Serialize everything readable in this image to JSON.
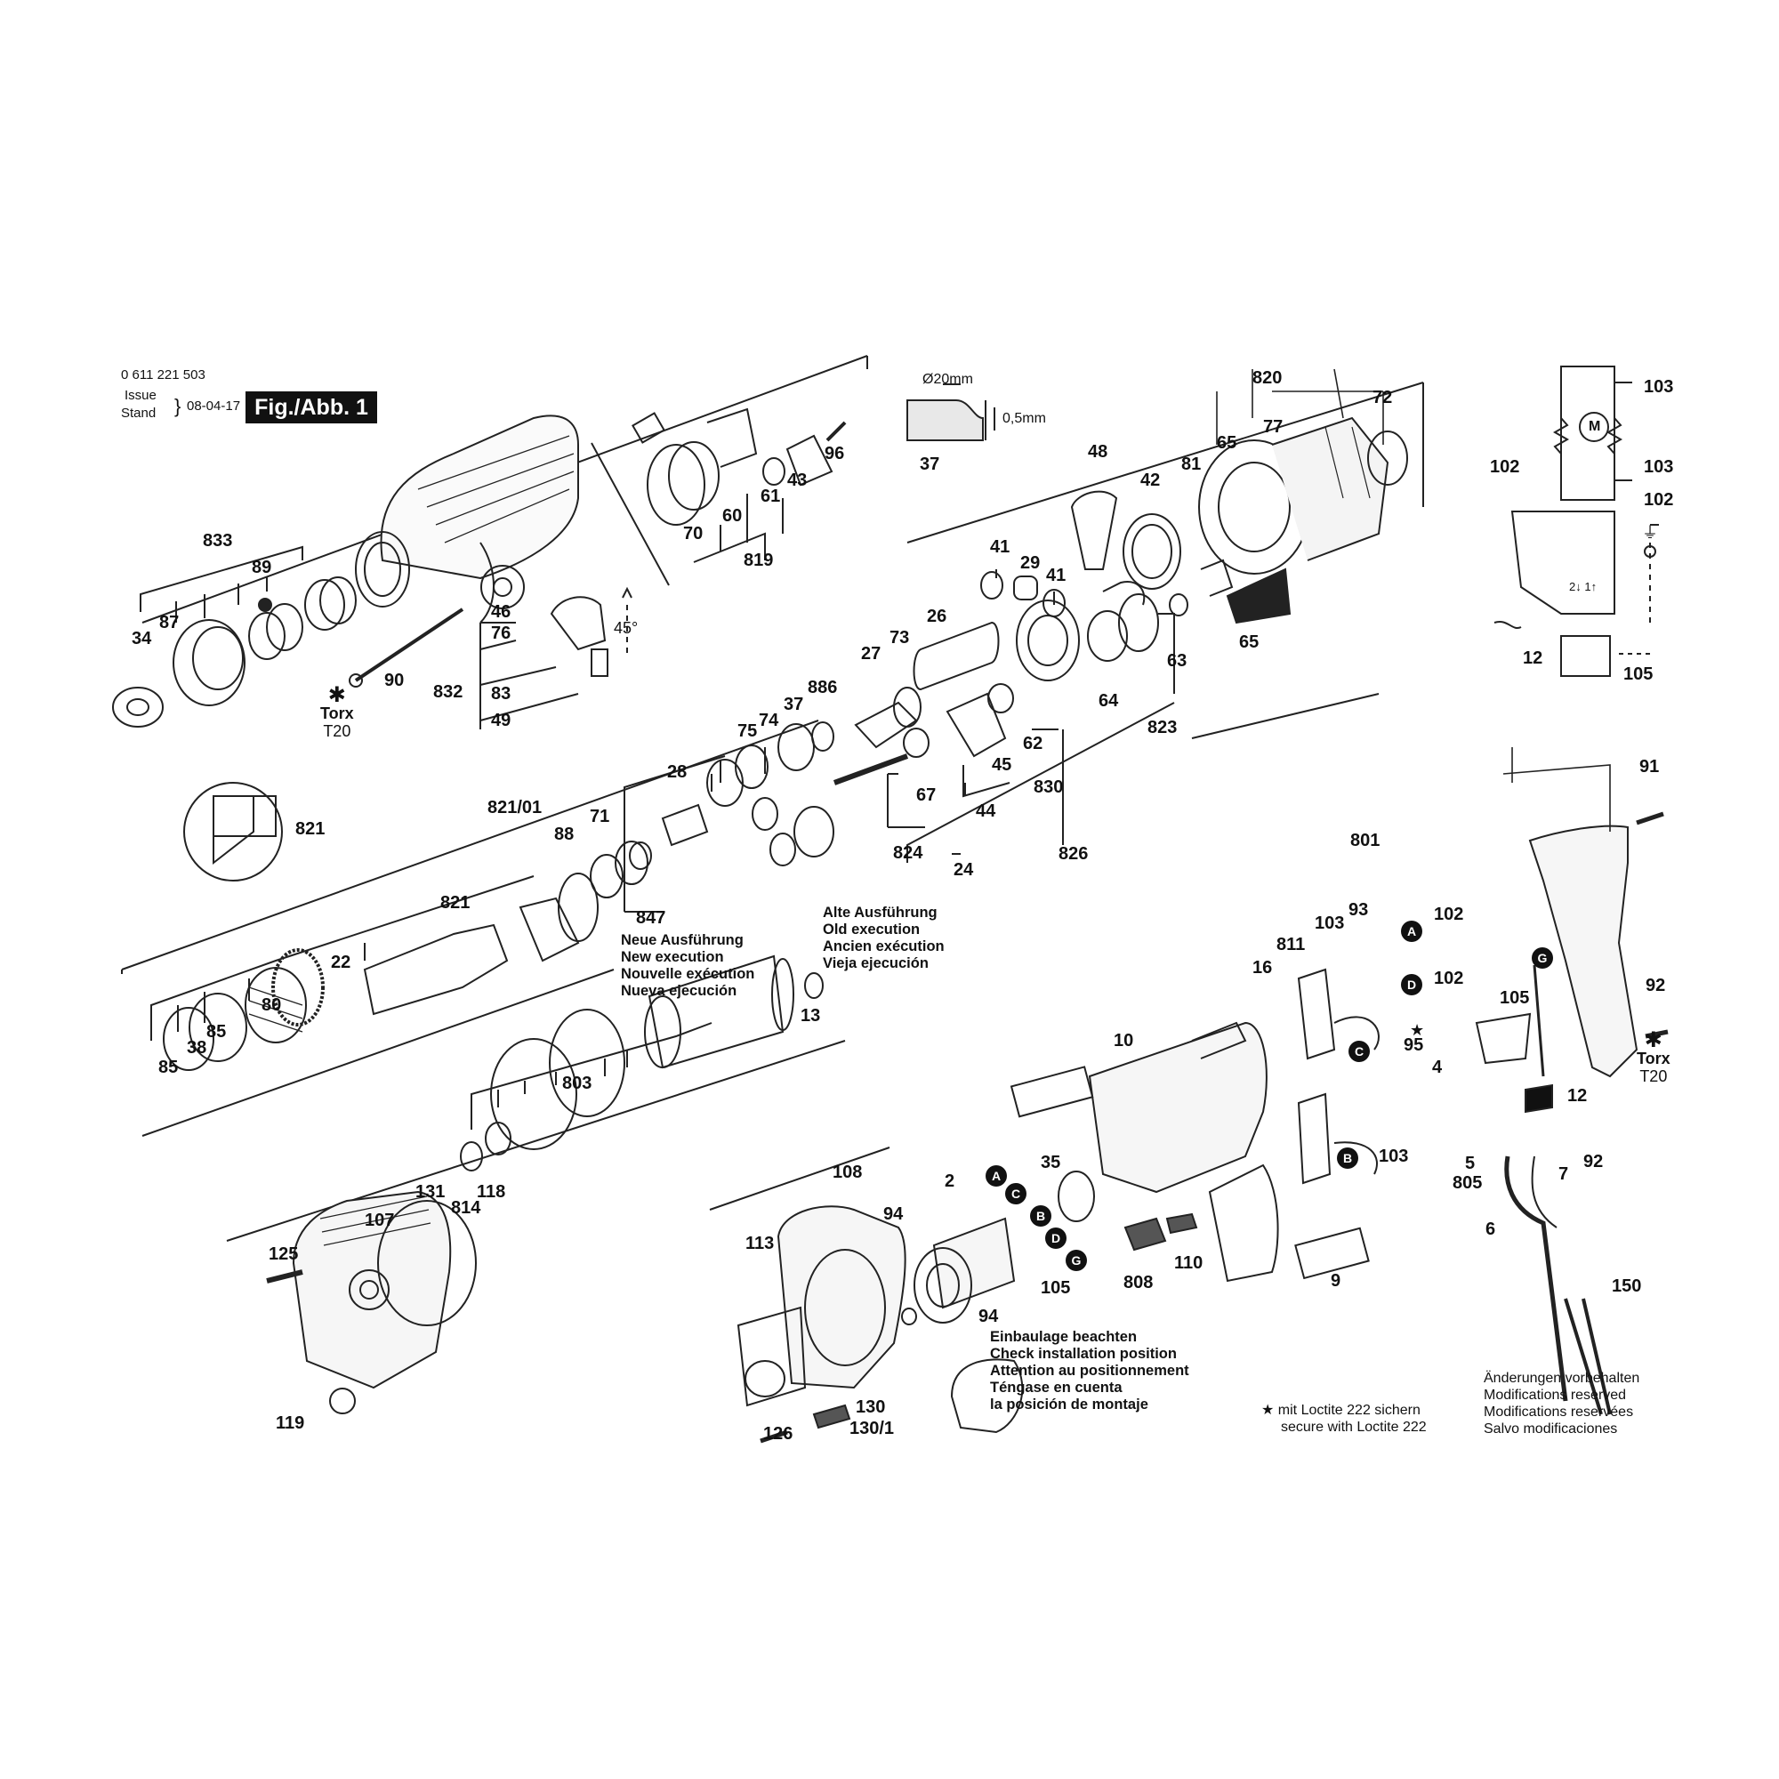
{
  "header": {
    "part_number": "0 611 221 503",
    "issue_label": "Issue",
    "stand_label": "Stand",
    "date": "08-04-17",
    "figure_label": "Fig./Abb. 1"
  },
  "dimension": {
    "diameter": "Ø20mm",
    "thickness": "0,5mm"
  },
  "torx": {
    "name": "Torx",
    "size": "T20"
  },
  "angle": "45°",
  "labels": {
    "p833": "833",
    "p89": "89",
    "p34": "34",
    "p87": "87",
    "p90": "90",
    "p46": "46",
    "p76": "76",
    "p832": "832",
    "p83": "83",
    "p49": "49",
    "p70": "70",
    "p60": "60",
    "p61": "61",
    "p43": "43",
    "p96": "96",
    "p819": "819",
    "p37top": "37",
    "p48": "48",
    "p42": "42",
    "p81": "81",
    "p65a": "65",
    "p77": "77",
    "p820": "820",
    "p72": "72",
    "p65b": "65",
    "p41a": "41",
    "p29": "29",
    "p41b": "41",
    "p26": "26",
    "p27": "27",
    "p73": "73",
    "p64": "64",
    "p63": "63",
    "p823": "823",
    "p62": "62",
    "p830": "830",
    "p45": "45",
    "p44": "44",
    "p67": "67",
    "p824": "824",
    "p24": "24",
    "p826": "826",
    "p886": "886",
    "p37": "37",
    "p74": "74",
    "p75": "75",
    "p28": "28",
    "p821_01": "821/01",
    "p88": "88",
    "p71": "71",
    "p821a": "821",
    "p821b": "821",
    "p847": "847",
    "p22": "22",
    "p80": "80",
    "p85a": "85",
    "p38": "38",
    "p85b": "85",
    "p803": "803",
    "p13": "13",
    "p131": "131",
    "p107": "107",
    "p814": "814",
    "p118": "118",
    "p125": "125",
    "p119": "119",
    "p108": "108",
    "p113": "113",
    "p126": "126",
    "p130": "130",
    "p130_1": "130/1",
    "p94a": "94",
    "p2": "2",
    "p35": "35",
    "p94b": "94",
    "p105": "105",
    "p10": "10",
    "p808": "808",
    "p110": "110",
    "p9": "9",
    "p801": "801",
    "p811": "811",
    "p103": "103",
    "p93": "93",
    "p16": "16",
    "p103b": "103",
    "p102a": "102",
    "p102b": "102",
    "p95": "95",
    "p4": "4",
    "p105b": "105",
    "p12": "12",
    "p91": "91",
    "p92a": "92",
    "p5": "5",
    "p805": "805",
    "p7": "7",
    "p92b": "92",
    "p6": "6",
    "p150": "150",
    "p103c": "103",
    "p103d": "103",
    "p102c": "102",
    "p102d": "102",
    "p12b": "12",
    "p105c": "105"
  },
  "schematic": {
    "motor": "M",
    "terminals": "2↓ 1↑"
  },
  "new_execution": [
    "Neue Ausführung",
    "New execution",
    "Nouvelle exécution",
    "Nueva ejecución"
  ],
  "old_execution": [
    "Alte Ausführung",
    "Old execution",
    "Ancien exécution",
    "Vieja ejecución"
  ],
  "install_note": [
    "Einbaulage beachten",
    "Check installation position",
    "Attention au positionnement",
    "Téngase en cuenta",
    "la posición de montaje"
  ],
  "loctite": [
    "★ mit Loctite 222 sichern",
    "secure with Loctite 222"
  ],
  "modifications": [
    "Änderungen vorbehalten",
    "Modifications reserved",
    "Modifications reservées",
    "Salvo modificaciones"
  ],
  "connector_badges": {
    "A": "A",
    "B": "B",
    "C": "C",
    "D": "D",
    "G": "G"
  }
}
